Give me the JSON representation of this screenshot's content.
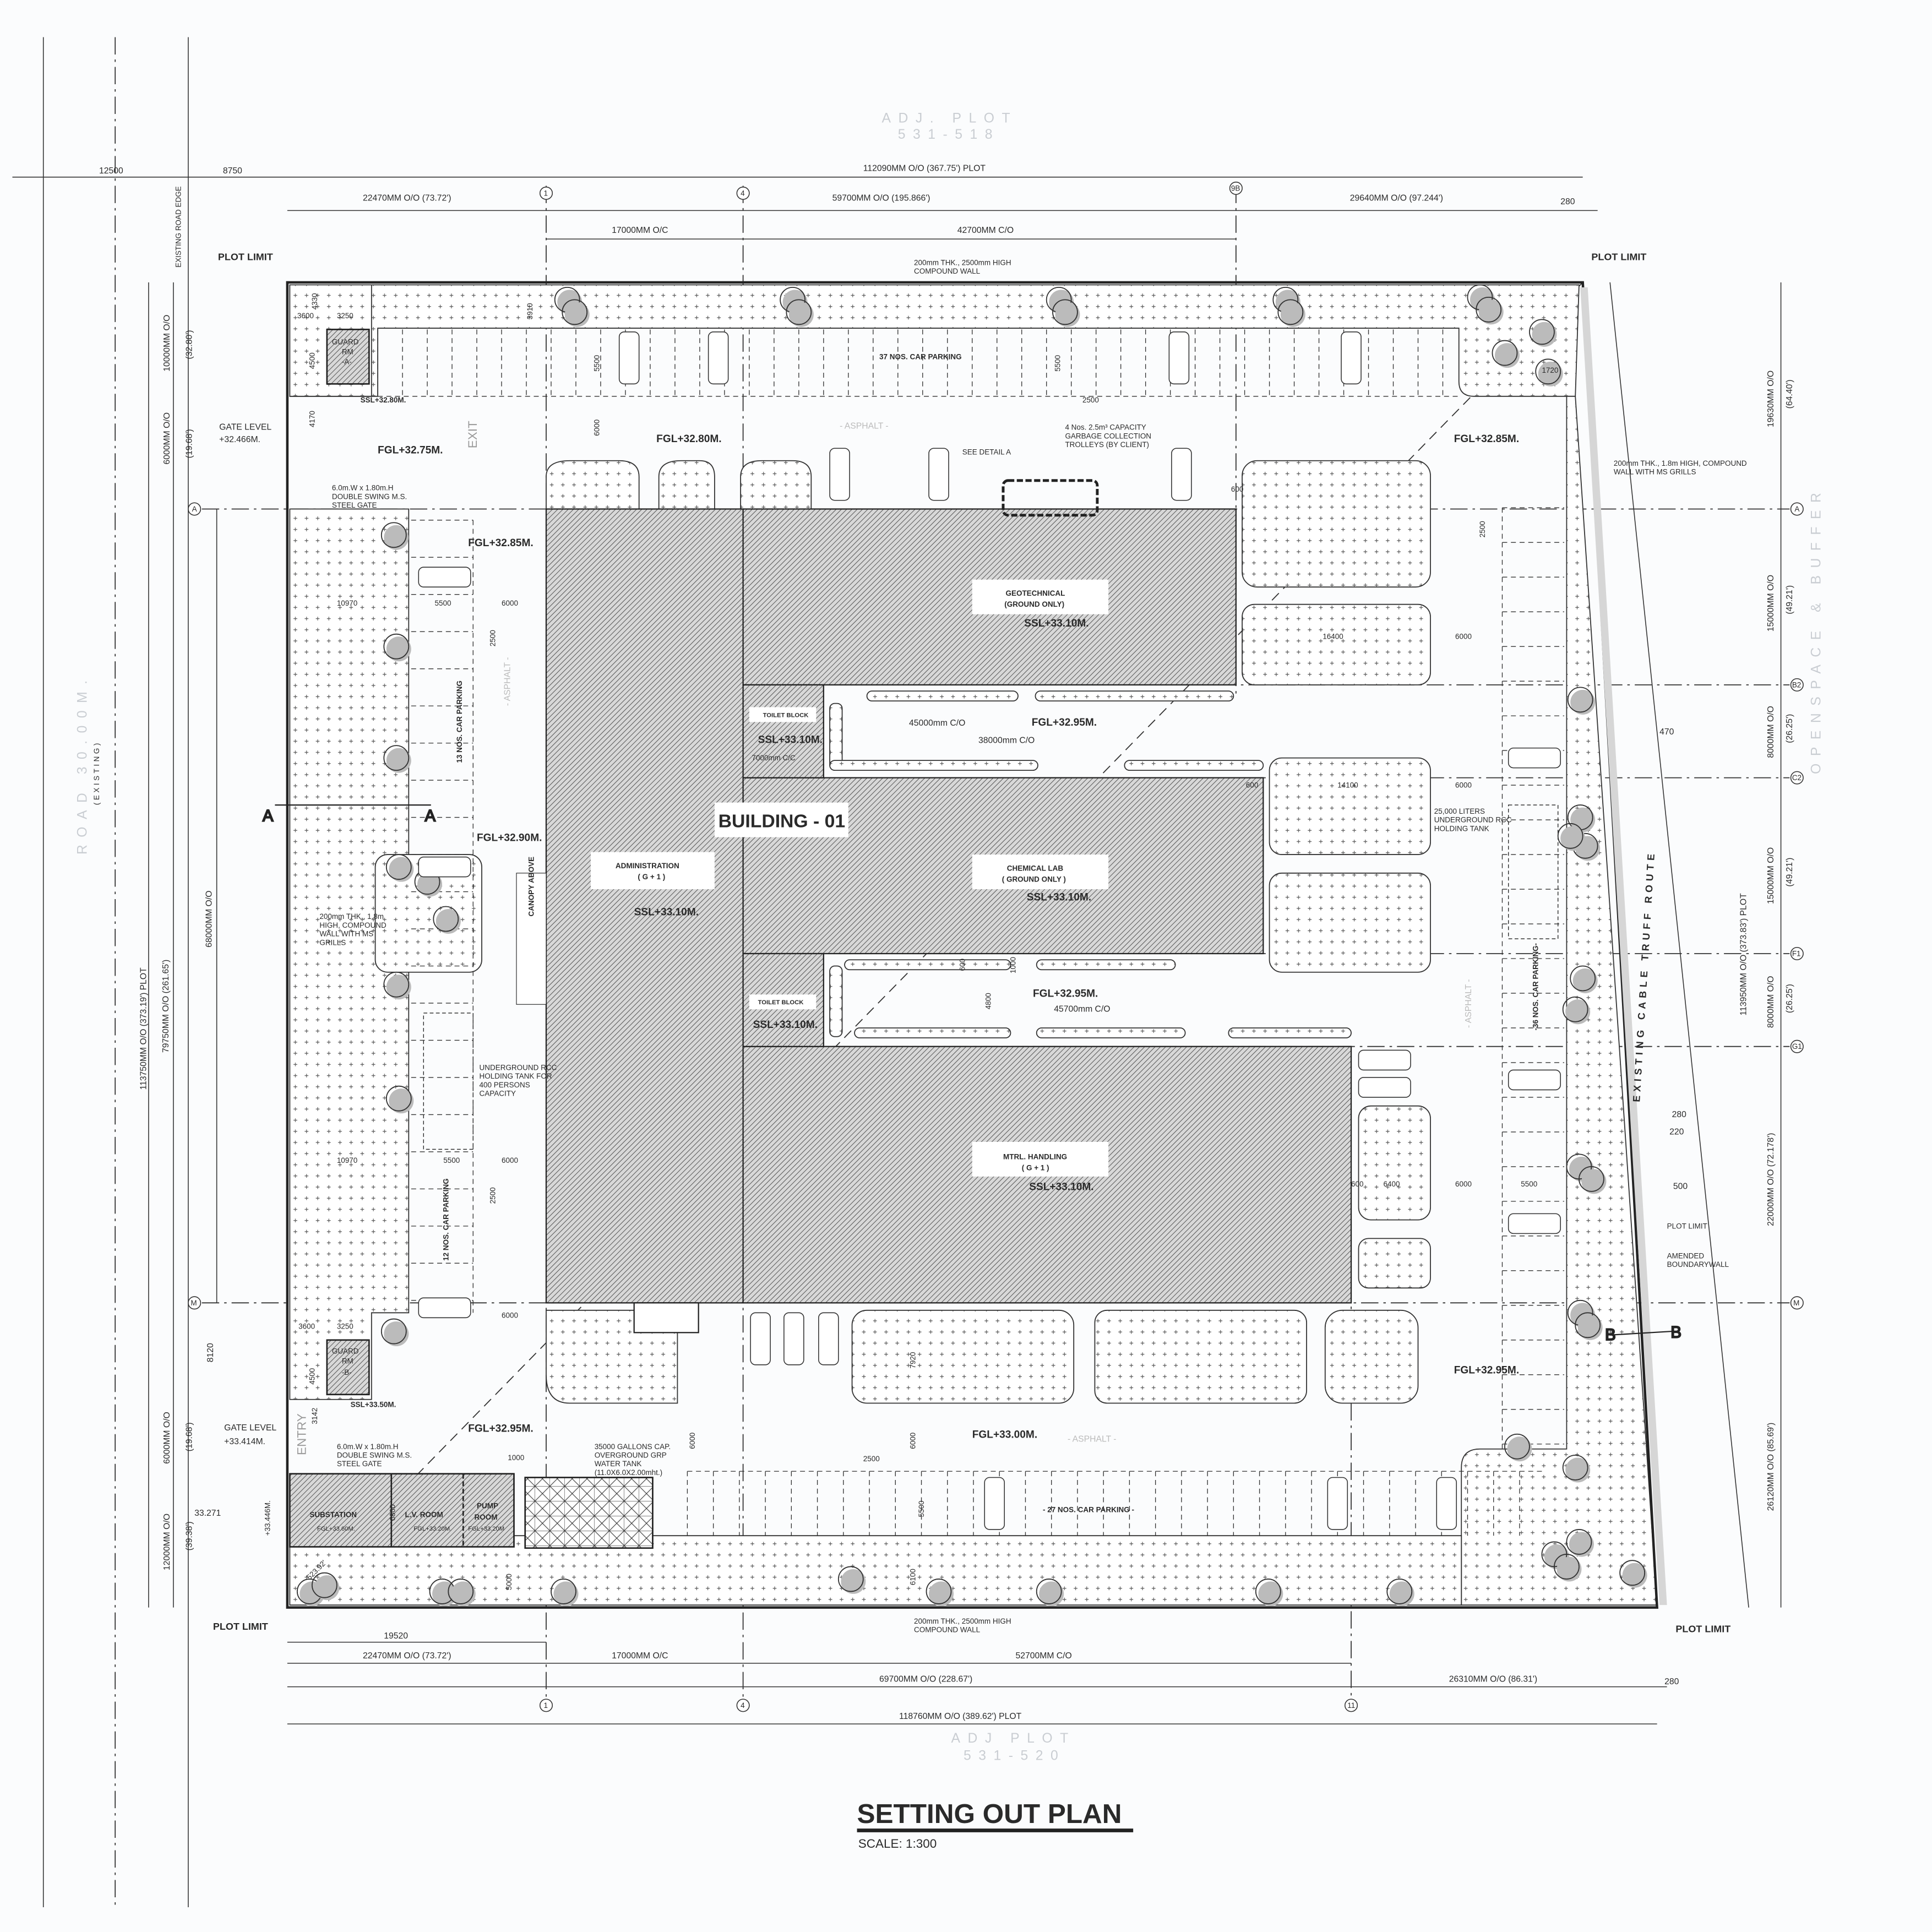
{
  "title": "SETTING OUT PLAN",
  "scale": "SCALE: 1:300",
  "surroundings": {
    "adj_top": [
      "ADJ. PLOT",
      "531-518"
    ],
    "adj_bottom": [
      "ADJ PLOT",
      "531-520"
    ],
    "road": [
      "ROAD 30.00M.",
      "(EXISTING)"
    ],
    "openspace": "OPENSPACE & BUFFER",
    "road_edge": "EXISTING ROAD EDGE",
    "cable_route": "EXISTING CABLE TRUFF ROUTE"
  },
  "plot_limit": "PLOT LIMIT",
  "grid_bubbles": {
    "top": [
      "1",
      "4",
      "9B"
    ],
    "bottom": [
      "1",
      "4",
      "11"
    ],
    "left": [
      "A",
      "M"
    ],
    "right": [
      "A",
      "B2",
      "C2",
      "F1",
      "G1",
      "M"
    ]
  },
  "dims_top": {
    "row1": [
      "12500",
      "8750",
      "112090MM O/O (367.75') PLOT"
    ],
    "row2": [
      "22470MM O/O (73.72')",
      "59700MM O/O (195.866')",
      "29640MM O/O (97.244')",
      "280"
    ],
    "row3": [
      "17000MM O/C",
      "42700MM C/O"
    ]
  },
  "dims_bottom": {
    "row1": [
      "19520"
    ],
    "row2": [
      "22470MM O/O (73.72')",
      "17000MM O/C",
      "52700MM C/O"
    ],
    "row3": [
      "69700MM O/O (228.67')",
      "26310MM O/O (86.31')",
      "280"
    ],
    "row4": [
      "118760MM O/O (389.62') PLOT"
    ]
  },
  "dims_left": [
    "10000MM O/O",
    "(32.80')",
    "6000MM O/O",
    "(19.68')",
    "68000MM O/O",
    "113750MM O/O (373.19') PLOT",
    "79750MM O/O (261.65')",
    "8120",
    "6000MM O/O",
    "(19.68')",
    "12000MM O/O",
    "(39.38')",
    "33.271",
    "+33.446M."
  ],
  "dims_right": [
    "19630MM O/O",
    "(64.40')",
    "15000MM O/O",
    "(49.21')",
    "8000MM O/O",
    "(26.25')",
    "15000MM O/O",
    "(49.21')",
    "8000MM O/O",
    "(26.25')",
    "22000MM O/O (72.178')",
    "26120MM O/O (85.69')",
    "113950MM O/O (373.83') PLOT"
  ],
  "building": {
    "name": "BUILDING - 01",
    "geotechnical": [
      "GEOTECHNICAL",
      "(GROUND ONLY)",
      "SSL+33.10M."
    ],
    "chemical_lab": [
      "CHEMICAL LAB",
      "( GROUND ONLY )",
      "SSL+33.10M."
    ],
    "administration": [
      "ADMINISTRATION",
      "( G + 1 )",
      "SSL+33.10M."
    ],
    "material_handling": [
      "MTRL. HANDLING",
      "( G + 1 )",
      "SSL+33.10M."
    ],
    "toilet_block_1": [
      "TOILET BLOCK",
      "SSL+33.10M.",
      "7000mm C/C"
    ],
    "toilet_block_2": [
      "TOILET BLOCK",
      "SSL+33.10M."
    ],
    "canopy": "CANOPY ABOVE"
  },
  "guard_rooms": {
    "a": [
      "GUARD",
      "RM",
      "-A-",
      "SSL+32.80M."
    ],
    "b": [
      "GUARD",
      "RM",
      "-B-",
      "SSL+33.50M."
    ]
  },
  "gates": {
    "exit": "EXIT",
    "entry": "ENTRY",
    "exit_level": [
      "GATE LEVEL",
      "+32.466M."
    ],
    "entry_level": [
      "GATE LEVEL",
      "+33.414M."
    ],
    "gate_note": [
      "6.0m.W x 1.80m.H",
      "DOUBLE SWING M.S.",
      "STEEL GATE"
    ]
  },
  "utilities": {
    "substation": [
      "SUBSTATION",
      "FGL+33.60M."
    ],
    "lv_room": [
      "L.V. ROOM",
      "FGL+33.20M."
    ],
    "pump_room": [
      "PUMP",
      "ROOM",
      "FGL+33.20M"
    ],
    "water_tank": [
      "35000 GALLONS CAP.",
      "OVERGROUND GRP",
      "WATER TANK",
      "(11.0X6.0X2.00mht.)"
    ],
    "holding_tank_right": [
      "25,000 LITERS",
      "UNDERGROUND RCC",
      "HOLDING TANK"
    ],
    "holding_tank_left": [
      "UNDERGROUND RCC",
      "HOLDING TANK FOR",
      "400 PERSONS",
      "CAPACITY"
    ],
    "garbage": [
      "4 Nos. 2.5m³ CAPACITY",
      "GARBAGE COLLECTION",
      "TROLLEYS (BY CLIENT)"
    ],
    "see_detail": "SEE DETAIL A"
  },
  "walls": {
    "top": [
      "200mm THK., 2500mm HIGH",
      "COMPOUND WALL"
    ],
    "bottom": [
      "200mm THK., 2500mm HIGH",
      "COMPOUND WALL"
    ],
    "right": [
      "200mm THK., 1.8m HIGH, COMPOUND",
      "WALL WITH MS GRILLS"
    ],
    "left": [
      "200mm THK., 1.8m",
      "HIGH, COMPOUND",
      "WALL WITH MS",
      "GRILLS"
    ],
    "right_notes": [
      "470",
      "280",
      "220",
      "500",
      "PLOT LIMIT",
      "AMENDED",
      "BOUNDARYWALL"
    ]
  },
  "parking": {
    "top": "37 NOS. CAR PARKING",
    "bottom": "- 27 NOS. CAR PARKING -",
    "right": "-36 NOS. CAR PARKING-",
    "left_upper": "13 NOS. CAR PARKING",
    "left_lower": "12 NOS. CAR PARKING"
  },
  "asphalt": "- ASPHALT -",
  "levels": {
    "top_mid": "FGL+32.80M.",
    "exit": "FGL+32.75M.",
    "top_right": "FGL+32.85M.",
    "left_upper": "FGL+32.85M.",
    "left_mid": "FGL+32.90M.",
    "drive_upper": "FGL+32.95M.",
    "drive_lower": "FGL+32.95M.",
    "entry": "FGL+32.95M.",
    "bottom": "FGL+33.00M.",
    "bottom_right": "FGL+32.95M."
  },
  "section_marks": [
    "A",
    "A",
    "B",
    "B"
  ],
  "small_dims": {
    "top": [
      "3600",
      "3250",
      "4330",
      "4500",
      "4170",
      "3910",
      "5500",
      "6000",
      "5500",
      "2500",
      "1720",
      "600"
    ],
    "drive": [
      "45000mm C/O",
      "38000mm C/O",
      "45700mm C/O",
      "4800",
      "600",
      "1000"
    ],
    "right": [
      "2500",
      "16400",
      "6000",
      "14100",
      "6000",
      "600",
      "600",
      "6400",
      "6000",
      "5500"
    ],
    "left": [
      "10970",
      "5500",
      "6000",
      "2500",
      "10970",
      "5500",
      "6000",
      "2500",
      "6000",
      "3600",
      "3250",
      "4500",
      "3142"
    ],
    "bottom": [
      "1000",
      "6800",
      "5000",
      "523.92'",
      "2500",
      "6000",
      "6000",
      "7920",
      "5500",
      "6100"
    ]
  }
}
